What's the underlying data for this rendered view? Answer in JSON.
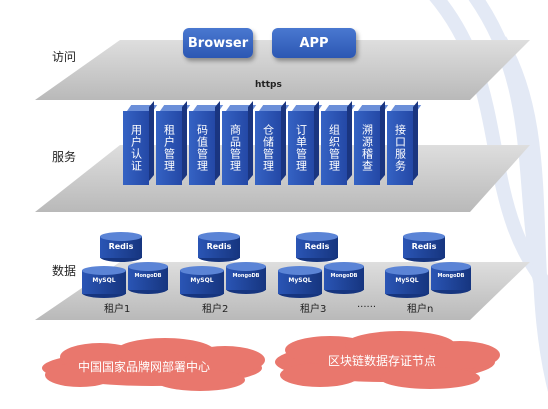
{
  "layers": {
    "access": "访问",
    "service": "服务",
    "data": "数据"
  },
  "access": {
    "browser": "Browser",
    "app": "APP",
    "protocol": "https"
  },
  "services": [
    "用户认证",
    "租户管理",
    "码值管理",
    "商品管理",
    "仓储管理",
    "订单管理",
    "组织管理",
    "溯源稽查",
    "接口服务"
  ],
  "tenants": [
    {
      "label": "租户1",
      "redis": "Redis",
      "mysql": "MySQL",
      "mongo": "MongoDB"
    },
    {
      "label": "租户2",
      "redis": "Redis",
      "mysql": "MySQL",
      "mongo": "MongoDB"
    },
    {
      "label": "租户3",
      "redis": "Redis",
      "mysql": "MySQL",
      "mongo": "MongoDB"
    },
    {
      "label": "租户n",
      "redis": "Redis",
      "mysql": "MySQL",
      "mongo": "MongoDB"
    }
  ],
  "ellipsis": "......",
  "bottom": {
    "left": "中国国家品牌网部署中心",
    "right": "区块链数据存证节点"
  },
  "colors": {
    "plane": "#c9c9c9",
    "block": "#2a55b5",
    "cloud": "#e9776d"
  }
}
